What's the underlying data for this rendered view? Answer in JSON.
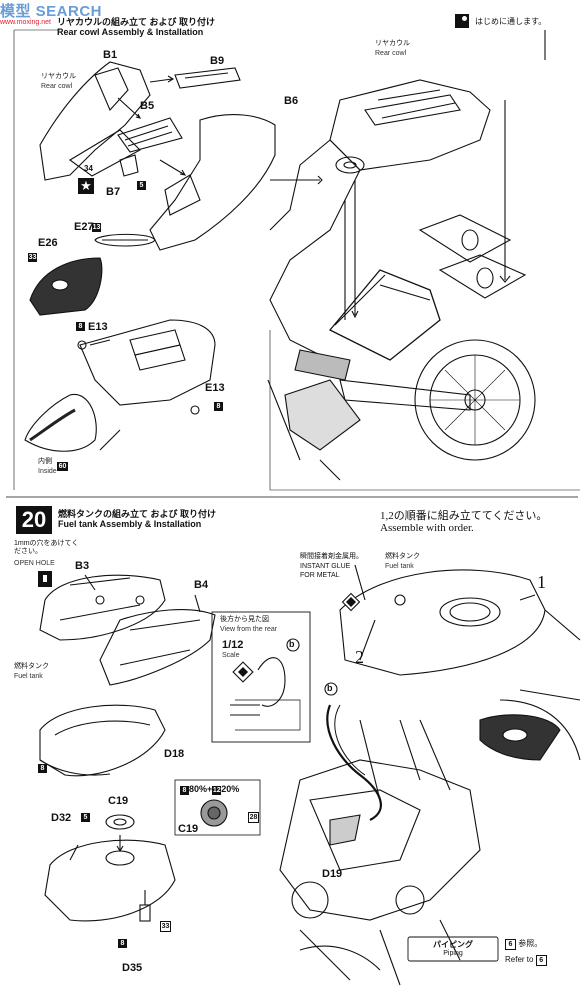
{
  "watermark": {
    "text": "模型 SEARCH",
    "url": "www.moxing.net"
  },
  "step19": {
    "title_jp": "リヤカウルの組み立て および 取り付け",
    "title_en": "Rear cowl Assembly & Installation",
    "note_jp": "はじめに通します。",
    "rear_cowl_jp": "リヤカウル",
    "rear_cowl_en": "Rear cowl",
    "rear_cowl_jp_b": "リヤカウル",
    "rear_cowl_en_b": "Rear cowl",
    "parts": {
      "b1": "B1",
      "b9": "B9",
      "b5": "B5",
      "b6": "B6",
      "b7": "B7",
      "e27": "E27",
      "e26": "E26",
      "e13a": "E13",
      "e13b": "E13"
    },
    "color_codes": {
      "c5": "5",
      "c34": "34",
      "c13": "13",
      "c33": "33",
      "c8a": "8",
      "c8b": "8",
      "c60": "60"
    },
    "inside_jp": "内側",
    "inside_en": "Inside"
  },
  "step20": {
    "number": "20",
    "title_jp": "燃料タンクの組み立て および 取り付け",
    "title_en": "Fuel tank Assembly & Installation",
    "order_jp": "1,2の順番に組み立ててください。",
    "order_en": "Assemble with order.",
    "open_hole_jp": "1mmの穴をあけてください。",
    "open_hole_en": "OPEN HOLE",
    "fuel_tank_jp": "燃料タンク",
    "fuel_tank_en": "Fuel tank",
    "glue_jp": "瞬間接着剤金属用。",
    "glue_en1": "INSTANT GLUE",
    "glue_en2": "FOR METAL",
    "fuel_tank_jp_b": "燃料タンク",
    "fuel_tank_en_b": "Fuel tank",
    "rear_view_jp": "後方から見た図",
    "rear_view_en": "View from the rear",
    "scale_value": "1/12",
    "scale_label": "Scale",
    "callout_b1": "b",
    "callout_b2": "b",
    "order1": "1",
    "order2": "2",
    "parts": {
      "b3": "B3",
      "b4": "B4",
      "d18": "D18",
      "c19a": "C19",
      "c19b": "C19",
      "d32": "D32",
      "d35": "D35",
      "d19": "D19"
    },
    "mix": {
      "c8": "8",
      "p1": "80%",
      "plus": "+",
      "c12": "12",
      "p2": "20%"
    },
    "color_codes": {
      "c8a": "8",
      "c5": "5",
      "c28": "28",
      "c33": "33",
      "c8b": "8"
    },
    "piping_jp": "パイピング",
    "piping_en": "Piping",
    "ref_code": "6",
    "ref_jp": "参照。",
    "refer_to": "Refer to",
    "ref_code_b": "6"
  }
}
